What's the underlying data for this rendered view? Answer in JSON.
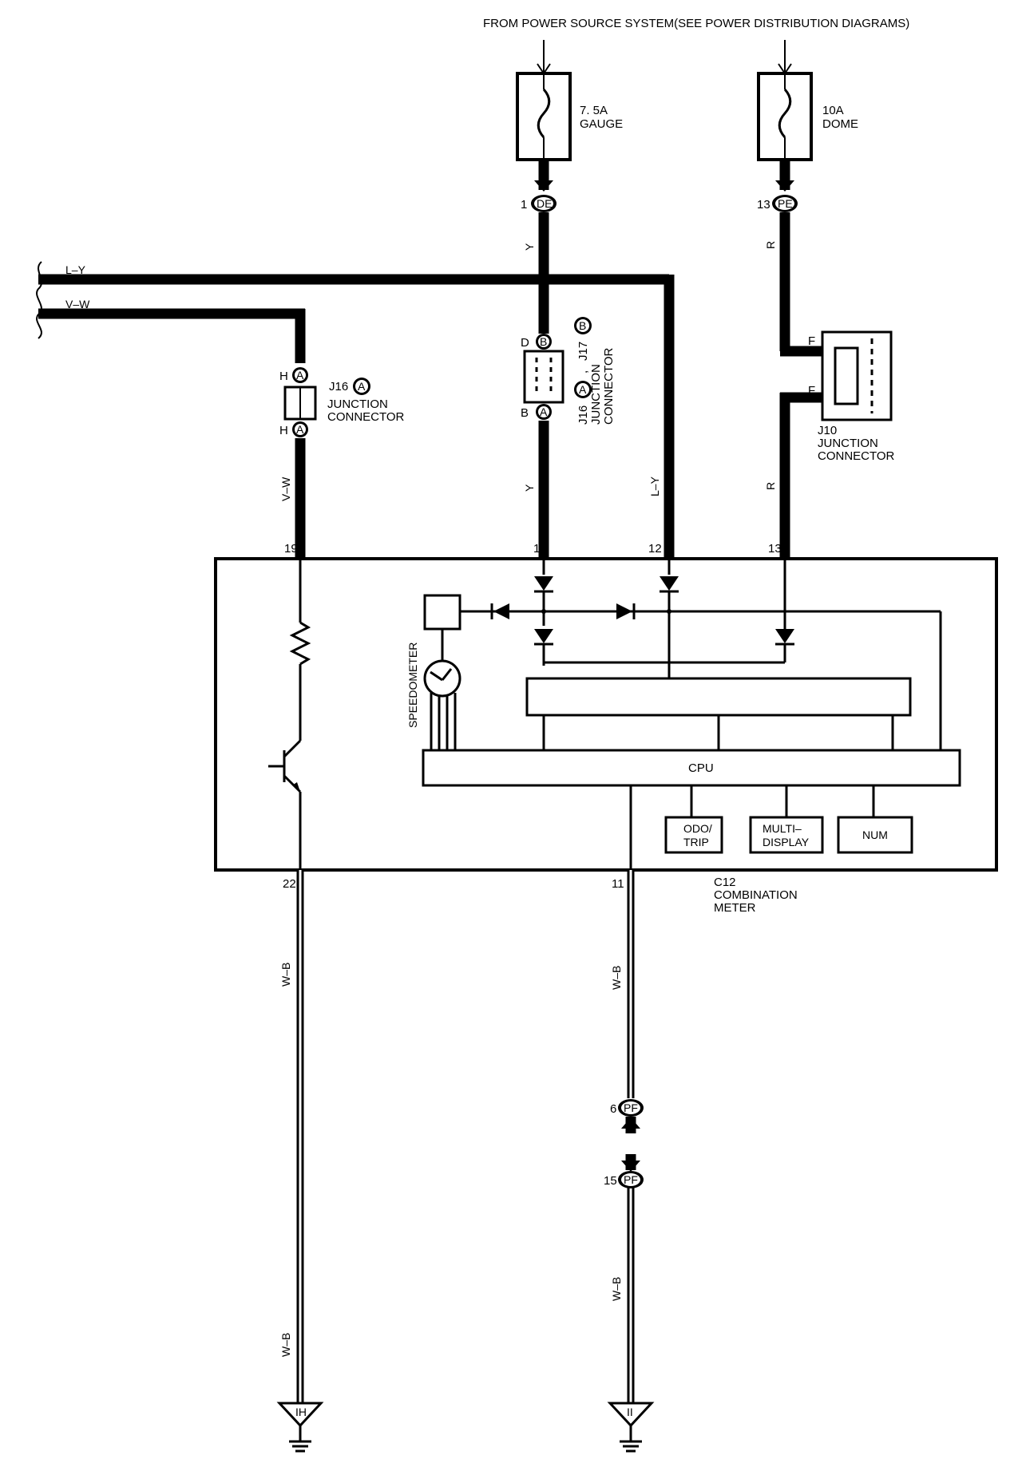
{
  "header": {
    "power_source": "FROM POWER SOURCE SYSTEM(SEE POWER DISTRIBUTION DIAGRAMS)"
  },
  "fuses": [
    {
      "rating": "7. 5A",
      "name": "GAUGE"
    },
    {
      "rating": "10A",
      "name": "DOME"
    }
  ],
  "connectors": {
    "de": {
      "pin": "1",
      "code": "DE"
    },
    "pe": {
      "pin": "13",
      "code": "PE"
    },
    "pf_top": {
      "pin": "6",
      "code": "PF"
    },
    "pf_bottom": {
      "pin": "15",
      "code": "PF"
    }
  },
  "wires": {
    "l_y": "L–Y",
    "v_w": "V–W",
    "y": "Y",
    "r": "R",
    "w_b": "W–B"
  },
  "junctions": {
    "j16a_left": {
      "id": "J16",
      "badge": "A",
      "line1": "JUNCTION",
      "line2": "CONNECTOR",
      "pin_top": "H",
      "pin_bottom": "H"
    },
    "j16_j17": {
      "id_a": "J16",
      "badge_a": "A",
      "sep": ",",
      "id_b": "J17",
      "badge_b": "B",
      "line1": "JUNCTION",
      "line2": "CONNECTOR",
      "pin_top": "D",
      "pin_bottom": "B"
    },
    "j10": {
      "id": "J10",
      "line1": "JUNCTION",
      "line2": "CONNECTOR",
      "pin_top": "F",
      "pin_bottom": "F"
    }
  },
  "meter": {
    "id": "C12",
    "line1": "COMBINATION",
    "line2": "METER",
    "pins": {
      "p19": "19",
      "p1": "1",
      "p12": "12",
      "p13": "13",
      "p22": "22",
      "p11": "11"
    },
    "cpu": "CPU",
    "speedometer": "SPEEDOMETER",
    "odo_line1": "ODO/",
    "odo_line2": "TRIP",
    "multi_line1": "MULTI–",
    "multi_line2": "DISPLAY",
    "num": "NUM"
  },
  "grounds": [
    {
      "code": "IH"
    },
    {
      "code": "II"
    }
  ]
}
